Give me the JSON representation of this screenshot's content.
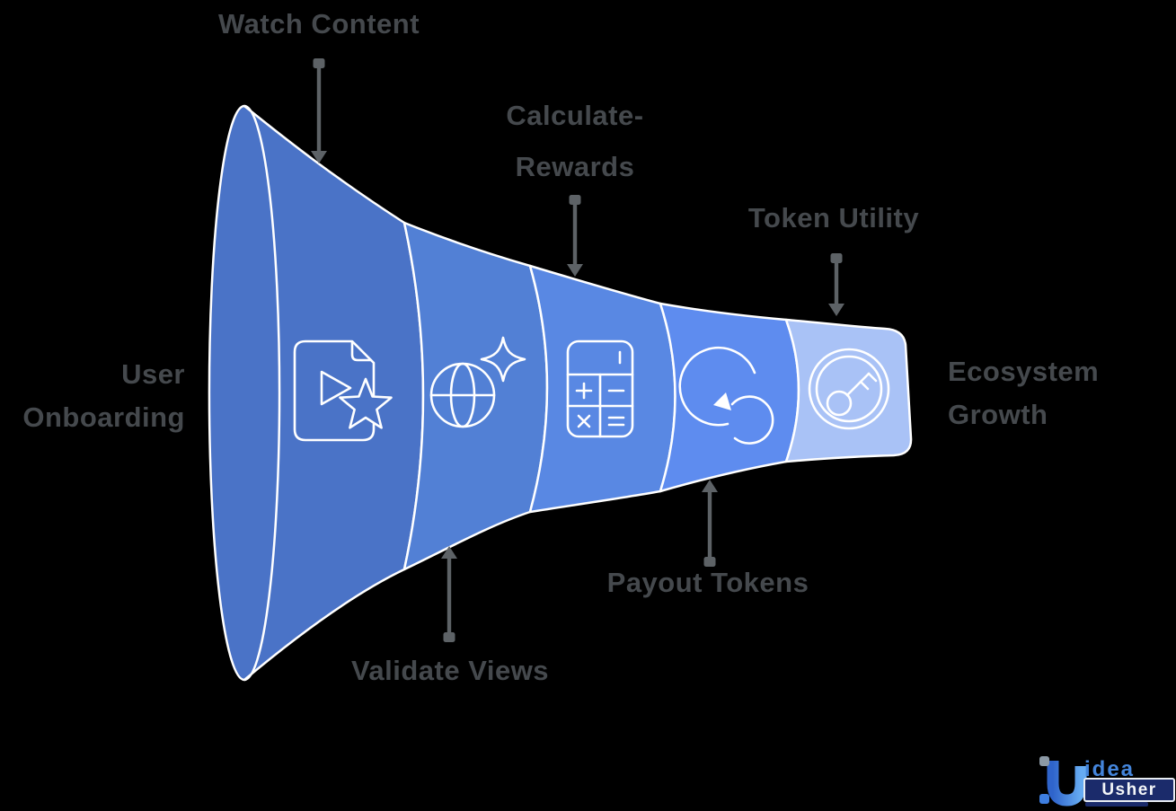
{
  "canvas": {
    "background": "#000000"
  },
  "funnel": {
    "type": "horizontal-funnel",
    "outline_color": "#FFFFFF",
    "stages": [
      {
        "name": "watch-content",
        "label": "Watch Content",
        "icon": "video-file-star-icon",
        "color": "#4A73C7"
      },
      {
        "name": "validate-views",
        "label": "Validate Views",
        "icon": "globe-sparkle-icon",
        "color": "#5280D5"
      },
      {
        "name": "calculate-rewards",
        "label": "Calculate- Rewards",
        "icon": "calculator-icon",
        "color": "#5988E3"
      },
      {
        "name": "payout-tokens",
        "label": "Payout Tokens",
        "icon": "refresh-icon",
        "color": "#5E8CEF"
      },
      {
        "name": "token-utility",
        "label": "Token Utility",
        "icon": "key-icon",
        "color": "#A9C2F6"
      }
    ]
  },
  "labels": {
    "watch_content": "Watch Content",
    "calculate_rewards": {
      "line1": "Calculate-",
      "line2": "Rewards"
    },
    "token_utility": "Token Utility",
    "payout_tokens": "Payout Tokens",
    "validate_views": "Validate Views",
    "user_onboarding": {
      "line1": "User",
      "line2": "Onboarding"
    },
    "ecosystem_growth": {
      "line1": "Ecosystem",
      "line2": "Growth"
    }
  },
  "style": {
    "label_color": "#45494D",
    "connector_color": "#5D6266",
    "icon_stroke": "#FFFFFF"
  },
  "logo": {
    "word1": "idea",
    "word2": "Usher",
    "accent_color": "#4485DB",
    "box_color": "#1B2B6B"
  }
}
